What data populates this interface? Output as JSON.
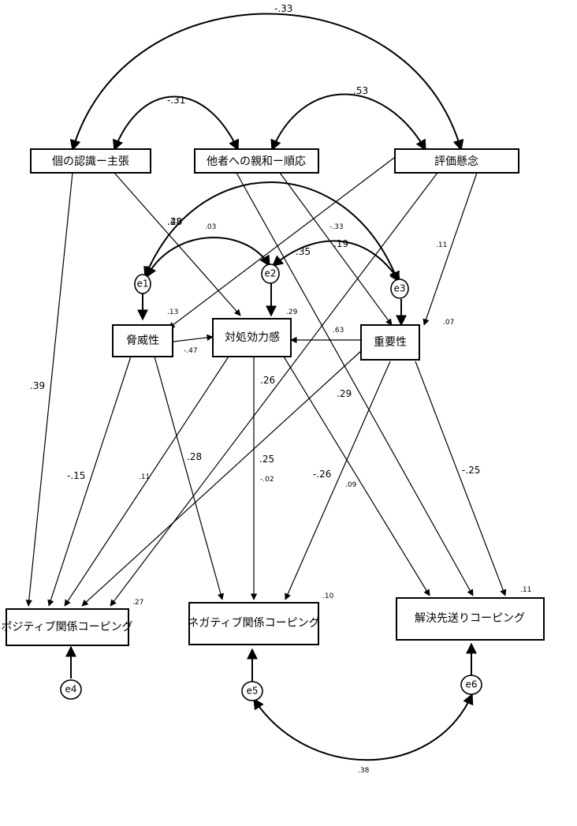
{
  "nodes": {
    "individual_assertion": "個の認識ー主張",
    "affiliation_compliance": "他者への親和ー順応",
    "evaluation_concern": "評価懸念",
    "threat": "脅威性",
    "coping_efficacy": "対処効力感",
    "importance": "重要性",
    "positive_coping": "ポジティブ関係コーピング",
    "negative_coping": "ネガティブ関係コーピング",
    "postpone_coping": "解決先送りコーピング"
  },
  "errors": {
    "e1": "e1",
    "e2": "e2",
    "e3": "e3",
    "e4": "e4",
    "e5": "e5",
    "e6": "e6"
  },
  "r_squared": {
    "threat": ".13",
    "coping_efficacy": ".29",
    "importance": ".07",
    "positive_coping": ".27",
    "negative_coping": ".10",
    "postpone_coping": ".11"
  },
  "correlations": {
    "individual_evaluation": "-.33",
    "individual_affiliation": "-.31",
    "affiliation_evaluation": ".53",
    "e1_e3": ".48",
    "e1_e2": ".03",
    "e2_e3": "-.33",
    "e5_e6": ".38"
  },
  "paths": {
    "individual_to_efficacy": ".28",
    "affiliation_to_importance": ".19",
    "evaluation_to_threat": ".35",
    "evaluation_to_importance": ".11",
    "threat_to_efficacy": "-.47",
    "importance_to_efficacy": ".63",
    "individual_to_positive": ".39",
    "threat_to_positive": "-.15",
    "efficacy_to_positive": ".11",
    "threat_to_negative": ".28",
    "efficacy_to_negative": ".25",
    "efficacy_to_negative_direct": "-.02",
    "efficacy_to_postpone": ".26",
    "affiliation_to_postpone": ".29",
    "importance_to_negative": "-.26",
    "evaluation_to_positive": ".09",
    "importance_to_postpone": "-.25"
  }
}
